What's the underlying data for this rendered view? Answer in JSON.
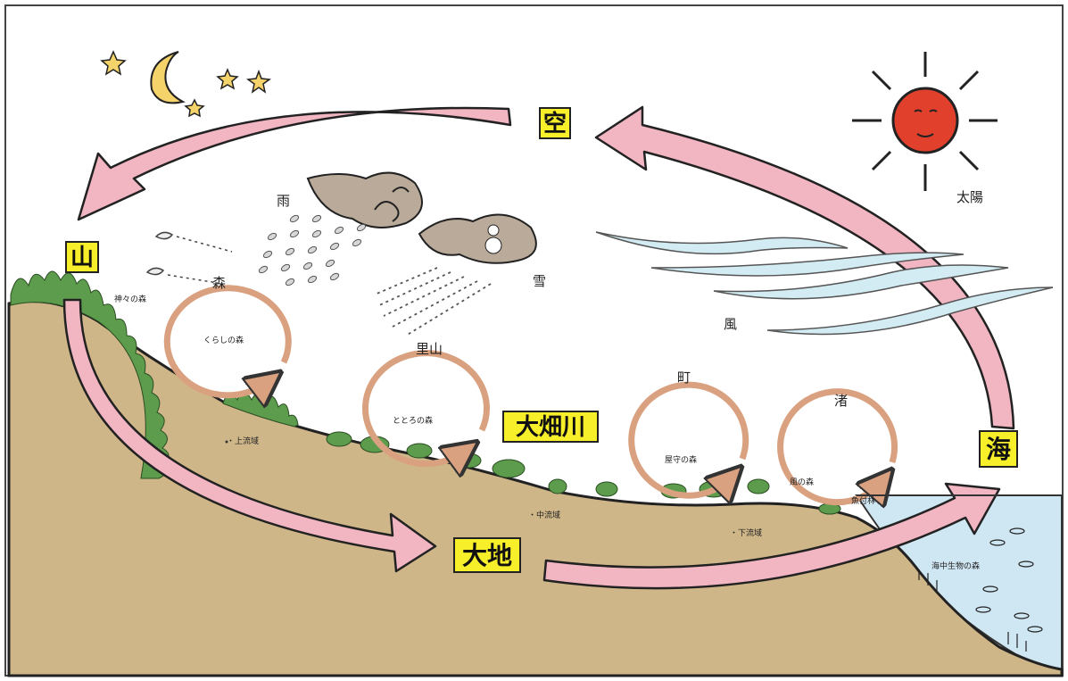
{
  "labels": {
    "sky": "空",
    "mountain": "山",
    "river": "大畑川",
    "earth": "大地",
    "sea": "海",
    "sun": "太陽",
    "rain": "雨",
    "snow": "雪",
    "wind": "風",
    "forest": "森",
    "satoyama": "里山",
    "town": "町",
    "beach": "渚"
  },
  "forests": {
    "kami": "神々の森",
    "kurashi": "くらしの森",
    "todoro": "ととろの森",
    "yashiki": "屋守の森",
    "kaze": "風の森",
    "uo": "魚付林",
    "kaichu": "海中生物の森"
  },
  "river_sections": {
    "upper": "・上流域",
    "middle": "・中流域",
    "lower": "・下流域"
  },
  "colors": {
    "arrow": "#f2b5c2",
    "ground": "#cfb689",
    "sea": "#cfe6f3",
    "sun": "#e0402c",
    "box": "#f7ef2a",
    "loop": "#d9a17f"
  }
}
